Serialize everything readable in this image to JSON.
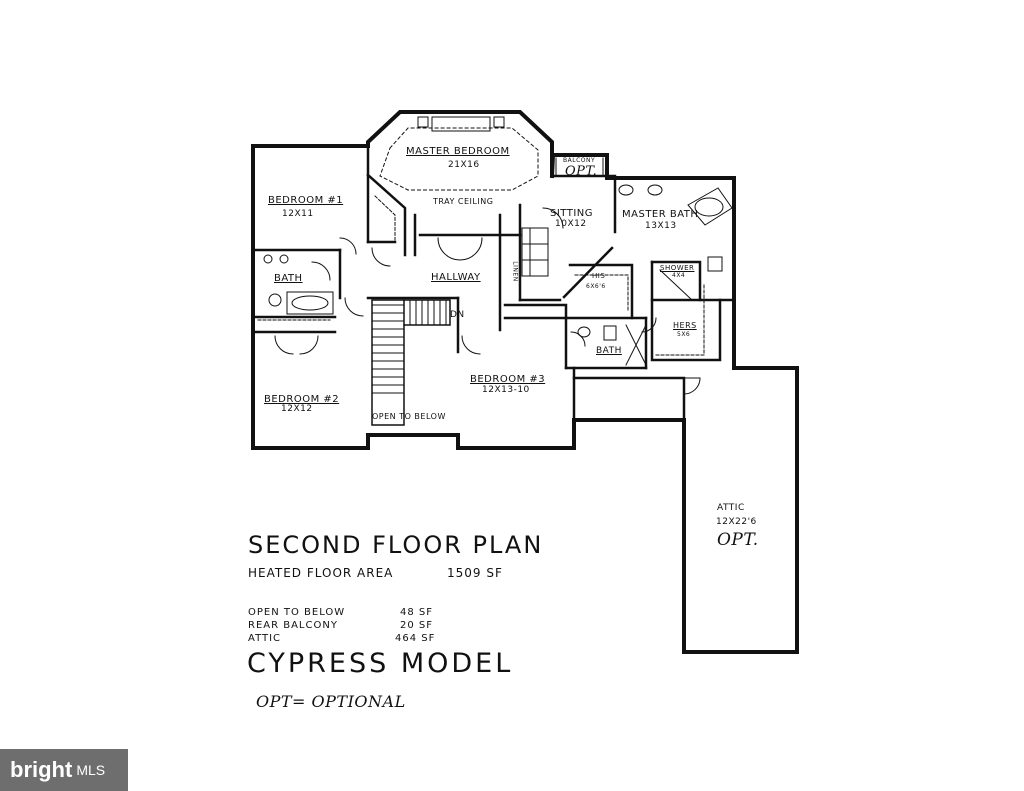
{
  "rooms": {
    "master_bedroom": {
      "name": "MASTER BEDROOM",
      "dims": "21X16"
    },
    "tray_ceiling": "TRAY CEILING",
    "balcony": {
      "name": "BALCONY",
      "opt": "OPT."
    },
    "bedroom1": {
      "name": "BEDROOM #1",
      "dims": "12X11"
    },
    "bath1": "BATH",
    "hallway": "HALLWAY",
    "dn": "DN",
    "linen": "LINEN",
    "sitting": {
      "name": "SITTING",
      "dims": "10X12"
    },
    "master_bath": {
      "name": "MASTER BATH",
      "dims": "13X13"
    },
    "his": {
      "name": "HIS",
      "dims": "6X6'6"
    },
    "shower": {
      "name": "SHOWER",
      "dims": "4X4"
    },
    "hers": {
      "name": "HERS",
      "dims": "5X6"
    },
    "bath2": "BATH",
    "bedroom2": {
      "name": "BEDROOM #2",
      "dims": "12X12"
    },
    "open_to_below": "OPEN TO BELOW",
    "bedroom3": {
      "name": "BEDROOM #3",
      "dims": "12X13-10"
    },
    "attic": {
      "name": "ATTIC",
      "dims": "12X22'6",
      "opt": "OPT."
    }
  },
  "title": "SECOND FLOOR PLAN",
  "heated": {
    "label": "HEATED FLOOR AREA",
    "value": "1509 SF"
  },
  "areas": [
    {
      "label": "OPEN TO BELOW",
      "value": "48 SF"
    },
    {
      "label": "REAR BALCONY",
      "value": "20 SF"
    },
    {
      "label": "ATTIC",
      "value": "464 SF"
    }
  ],
  "model": "CYPRESS MODEL",
  "note": "OPT= OPTIONAL",
  "logo": {
    "brand": "bright",
    "mls": "MLS"
  }
}
